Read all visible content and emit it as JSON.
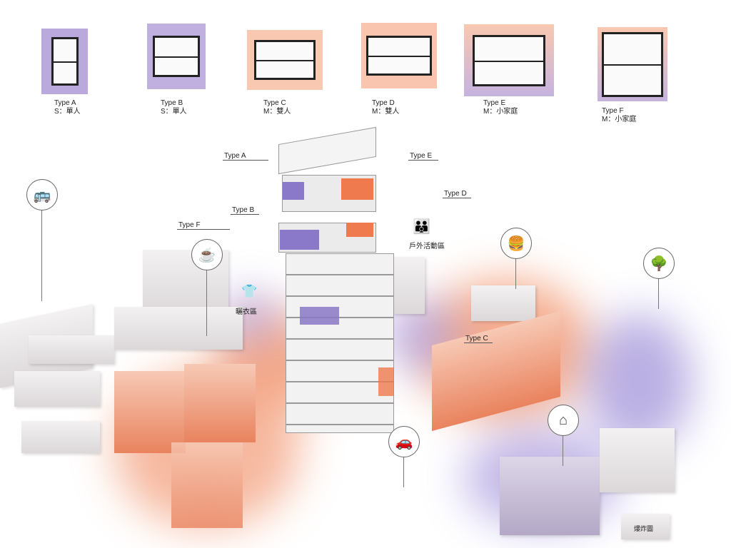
{
  "unit_types": [
    {
      "name": "Type A",
      "desc": "S：單人",
      "color": "#b9a9dc"
    },
    {
      "name": "Type B",
      "desc": "S：單人",
      "color": "#b9a9dc"
    },
    {
      "name": "Type C",
      "desc": "M：雙人",
      "color": "#f9c8b0"
    },
    {
      "name": "Type D",
      "desc": "M：雙人",
      "color": "#f9c8b0"
    },
    {
      "name": "Type E",
      "desc": "M：小家庭",
      "color": "#e6c7d4"
    },
    {
      "name": "Type F",
      "desc": "M：小家庭",
      "color": "#d8c3d4"
    }
  ],
  "callouts": {
    "type_a": "Type A",
    "type_e": "Type E",
    "type_d": "Type D",
    "type_b": "Type B",
    "type_f": "Type F",
    "type_c": "Type C",
    "outdoor": "戶外活動區",
    "laundry": "曬衣區"
  },
  "icons": [
    "bus-icon",
    "coffee-icon",
    "shirt-icon",
    "people-icon",
    "burger-icon",
    "trees-icon",
    "house-icon",
    "car-icon"
  ],
  "caption": "爆炸圖",
  "colors": {
    "purple": "#8a78c8",
    "orange": "#ee7a4e"
  }
}
